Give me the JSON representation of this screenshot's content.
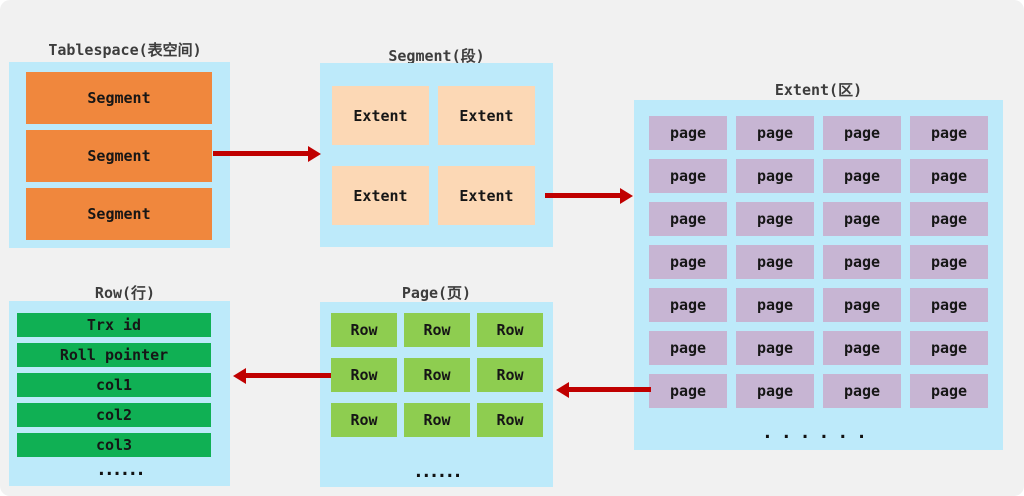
{
  "colors": {
    "background": "#f1f1f1",
    "container_blue": "#bdeafa",
    "segment_orange": "#f0873d",
    "extent_peach": "#fcd8b5",
    "page_purple": "#c7b5d3",
    "row_green": "#8ecd50",
    "field_green": "#10b054",
    "arrow_red": "#c00000",
    "title_text": "#3d3d3d",
    "label_text": "#161616"
  },
  "sections": {
    "tablespace": {
      "title": "Tablespace(表空间)",
      "items": [
        "Segment",
        "Segment",
        "Segment"
      ]
    },
    "segment": {
      "title": "Segment(段)",
      "items": [
        "Extent",
        "Extent",
        "Extent",
        "Extent"
      ]
    },
    "extent": {
      "title": "Extent(区)",
      "cell_label": "page",
      "rows": 7,
      "cols": 4,
      "ellipsis": "......"
    },
    "page": {
      "title": "Page(页)",
      "cell_label": "Row",
      "rows": 3,
      "cols": 3,
      "ellipsis": "......"
    },
    "row": {
      "title": "Row(行)",
      "fields": [
        "Trx id",
        "Roll pointer",
        "col1",
        "col2",
        "col3"
      ],
      "ellipsis": "......"
    }
  },
  "arrows": [
    {
      "from": "tablespace",
      "to": "segment",
      "direction": "right"
    },
    {
      "from": "segment",
      "to": "extent",
      "direction": "right"
    },
    {
      "from": "extent",
      "to": "page",
      "direction": "left"
    },
    {
      "from": "page",
      "to": "row",
      "direction": "left"
    }
  ]
}
